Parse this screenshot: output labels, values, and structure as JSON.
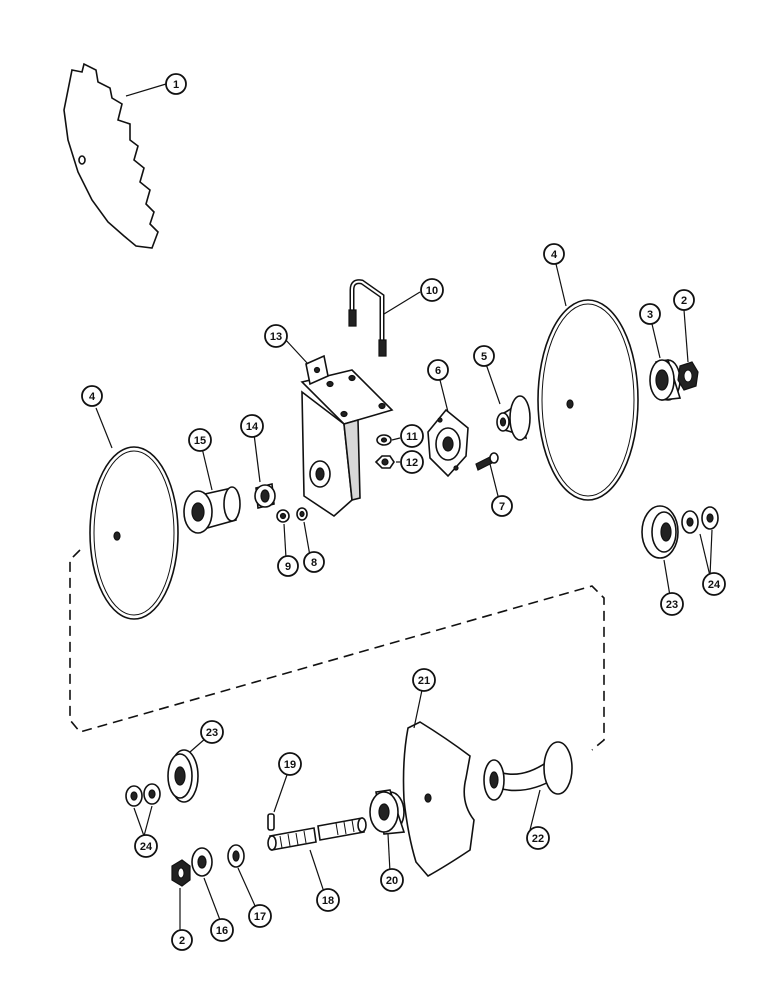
{
  "callouts": [
    {
      "id": "c1",
      "label": "1"
    },
    {
      "id": "c4a",
      "label": "4"
    },
    {
      "id": "c4b",
      "label": "4"
    },
    {
      "id": "c3",
      "label": "3"
    },
    {
      "id": "c2a",
      "label": "2"
    },
    {
      "id": "c10",
      "label": "10"
    },
    {
      "id": "c13",
      "label": "13"
    },
    {
      "id": "c6",
      "label": "6"
    },
    {
      "id": "c5",
      "label": "5"
    },
    {
      "id": "c15",
      "label": "15"
    },
    {
      "id": "c14",
      "label": "14"
    },
    {
      "id": "c11",
      "label": "11"
    },
    {
      "id": "c12",
      "label": "12"
    },
    {
      "id": "c7",
      "label": "7"
    },
    {
      "id": "c9",
      "label": "9"
    },
    {
      "id": "c8",
      "label": "8"
    },
    {
      "id": "c23a",
      "label": "23"
    },
    {
      "id": "c24a",
      "label": "24"
    },
    {
      "id": "c21",
      "label": "21"
    },
    {
      "id": "c23b",
      "label": "23"
    },
    {
      "id": "c19",
      "label": "19"
    },
    {
      "id": "c24b",
      "label": "24"
    },
    {
      "id": "c22",
      "label": "22"
    },
    {
      "id": "c20",
      "label": "20"
    },
    {
      "id": "c18",
      "label": "18"
    },
    {
      "id": "c2b",
      "label": "2"
    },
    {
      "id": "c16",
      "label": "16"
    },
    {
      "id": "c17",
      "label": "17"
    }
  ]
}
